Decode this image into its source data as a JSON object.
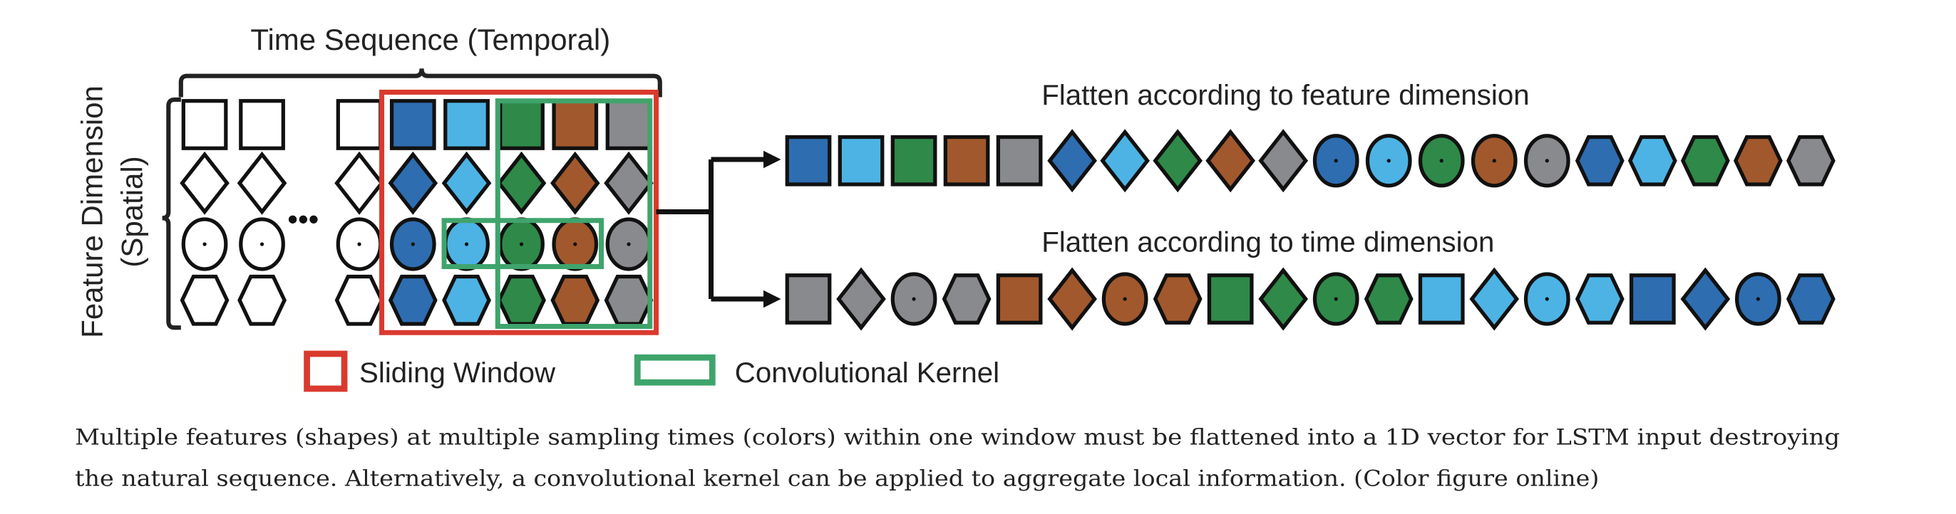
{
  "figure": {
    "time_label": "Time Sequence (Temporal)",
    "feature_label": "Feature Dimension",
    "spatial_label": "(Spatial)",
    "ellipsis": "•••",
    "flatten_feature_label": "Flatten according to feature dimension",
    "flatten_time_label": "Flatten according to time dimension",
    "legend": {
      "sliding_window": "Sliding Window",
      "conv_kernel": "Convolutional Kernel"
    }
  },
  "colors": {
    "blue": "#2e6db0",
    "lightblue": "#4db3e4",
    "green": "#2f8948",
    "brown": "#a1582c",
    "gray": "#898a8d",
    "empty": "#ffffff",
    "window": "#d93a2e",
    "kernel": "#3fa46c"
  },
  "grid": {
    "shapes": [
      "square",
      "diamond",
      "circle",
      "hexagon"
    ],
    "time_colors": [
      "empty",
      "empty",
      "empty",
      "blue",
      "lightblue",
      "green",
      "brown",
      "gray"
    ]
  },
  "feature_flatten": [
    [
      "square",
      "blue"
    ],
    [
      "square",
      "lightblue"
    ],
    [
      "square",
      "green"
    ],
    [
      "square",
      "brown"
    ],
    [
      "square",
      "gray"
    ],
    [
      "diamond",
      "blue"
    ],
    [
      "diamond",
      "lightblue"
    ],
    [
      "diamond",
      "green"
    ],
    [
      "diamond",
      "brown"
    ],
    [
      "diamond",
      "gray"
    ],
    [
      "circle",
      "blue"
    ],
    [
      "circle",
      "lightblue"
    ],
    [
      "circle",
      "green"
    ],
    [
      "circle",
      "brown"
    ],
    [
      "circle",
      "gray"
    ],
    [
      "hexagon",
      "blue"
    ],
    [
      "hexagon",
      "lightblue"
    ],
    [
      "hexagon",
      "green"
    ],
    [
      "hexagon",
      "brown"
    ],
    [
      "hexagon",
      "gray"
    ]
  ],
  "time_flatten": [
    [
      "square",
      "gray"
    ],
    [
      "diamond",
      "gray"
    ],
    [
      "circle",
      "gray"
    ],
    [
      "hexagon",
      "gray"
    ],
    [
      "square",
      "brown"
    ],
    [
      "diamond",
      "brown"
    ],
    [
      "circle",
      "brown"
    ],
    [
      "hexagon",
      "brown"
    ],
    [
      "square",
      "green"
    ],
    [
      "diamond",
      "green"
    ],
    [
      "circle",
      "green"
    ],
    [
      "hexagon",
      "green"
    ],
    [
      "square",
      "lightblue"
    ],
    [
      "diamond",
      "lightblue"
    ],
    [
      "circle",
      "lightblue"
    ],
    [
      "hexagon",
      "lightblue"
    ],
    [
      "square",
      "blue"
    ],
    [
      "diamond",
      "blue"
    ],
    [
      "circle",
      "blue"
    ],
    [
      "hexagon",
      "blue"
    ]
  ],
  "caption": {
    "line1": "Multiple features (shapes) at multiple sampling times (colors) within one window must be flattened into a 1D vector for LSTM input destroying",
    "line2": "the natural sequence. Alternatively, a convolutional kernel can be applied to aggregate local information. (Color figure online)"
  }
}
